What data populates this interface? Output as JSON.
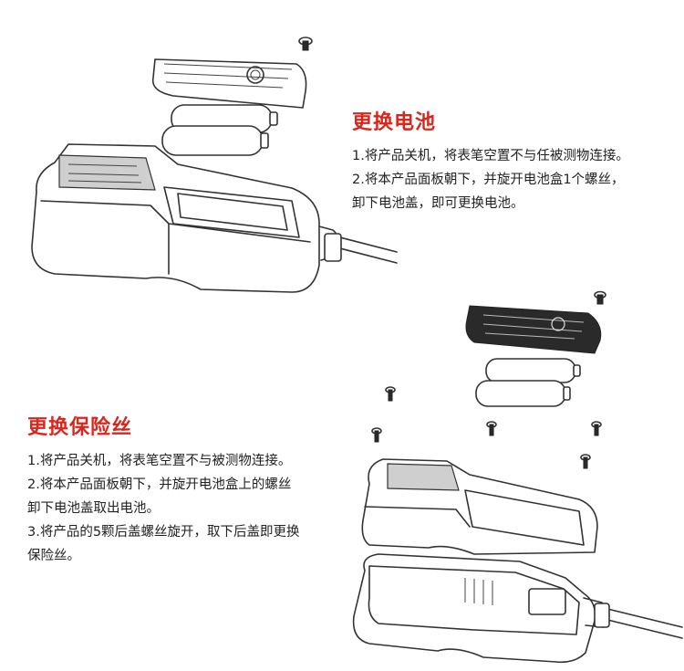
{
  "battery": {
    "title": "更换电池",
    "steps": [
      "1.将产品关机，将表笔空置不与任被测物连接。",
      "2.将本产品面板朝下，并旋开电池盒1个螺丝，",
      "卸下电池盖，即可更换电池。"
    ]
  },
  "fuse": {
    "title": "更换保险丝",
    "steps": [
      "1.将产品关机，将表笔空置不与被测物连接。",
      "2.将本产品面板朝下，并旋开电池盒上的螺丝",
      "卸下电池盖取出电池。",
      "3.将产品的5颗后盖螺丝旋开，取下后盖即更换",
      "保险丝。"
    ]
  },
  "colors": {
    "title_red": "#d9261c",
    "text": "#222222"
  },
  "illustrations": [
    "battery-replacement-exploded-view",
    "fuse-replacement-exploded-view"
  ]
}
